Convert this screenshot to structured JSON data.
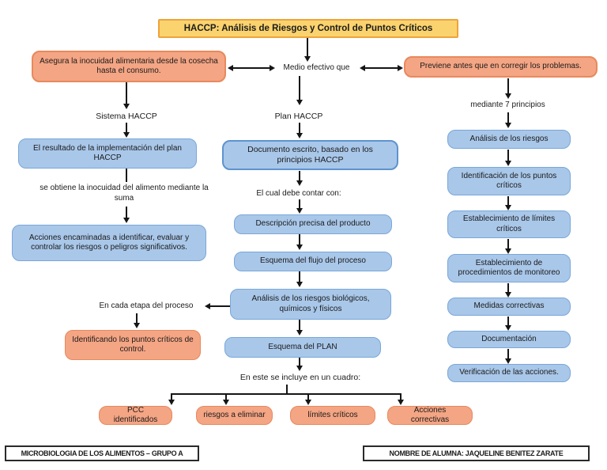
{
  "title": "HACCP: Análisis de Riesgos y Control de Puntos Críticos",
  "top": {
    "left_box": "Asegura la inocuidad alimentaria desde la cosecha hasta el consumo.",
    "center_label": "Medio efectivo que",
    "right_box": "Previene antes que en corregir los problemas."
  },
  "left_branch": {
    "heading": "Sistema HACCP",
    "box1": "El resultado de la implementación del plan HACCP",
    "connector_text": "se obtiene la inocuidad del alimento mediante la suma",
    "box2": "Acciones encaminadas a identificar, evaluar y controlar los riesgos o peligros significativos.",
    "etapa_label": "En cada etapa del proceso",
    "etapa_box": "Identificando los puntos críticos de control."
  },
  "center_branch": {
    "heading": "Plan HACCP",
    "doc_box": "Documento escrito, basado en los principios HACCP",
    "connector_text": "El cual debe contar con:",
    "steps": [
      "Descripción precisa del producto",
      "Esquema del flujo del proceso",
      "Análisis de los riesgos biológicos, químicos y físicos",
      "Esquema del PLAN"
    ],
    "include_label": "En este se incluye en un cuadro:",
    "table_items": [
      "PCC identificados",
      "riesgos a eliminar",
      "límites críticos",
      "Acciones correctivas"
    ]
  },
  "right_branch": {
    "heading": "mediante 7 principios",
    "principles": [
      "Análisis de los riesgos",
      "Identificación de los puntos críticos",
      "Establecimiento de límites críticos",
      "Establecimiento de procedimientos de monitoreo",
      "Medidas correctivas",
      "Documentación",
      "Verificación de las acciones."
    ]
  },
  "footer": {
    "left": "MICROBIOLOGIA DE LOS ALIMENTOS – GRUPO A",
    "right": "NOMBRE DE ALUMNA: JAQUELINE BENITEZ ZARATE"
  },
  "colors": {
    "title_fill": "#FBD36E",
    "title_border": "#EFA339",
    "orange_fill": "#F4A584",
    "orange_border": "#E8895D",
    "blue_fill": "#A9C7E9",
    "blue_border": "#79A7D9",
    "line": "#151515"
  }
}
